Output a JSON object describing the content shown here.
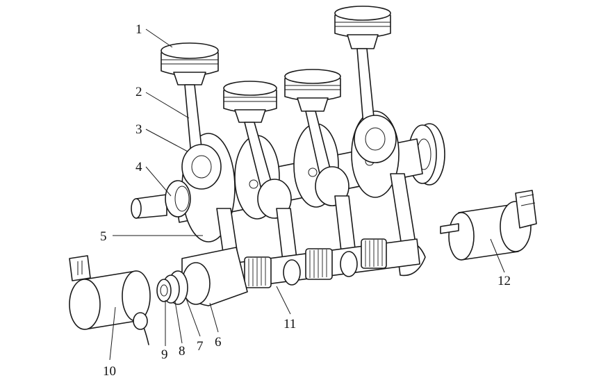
{
  "callouts": [
    {
      "id": "c1",
      "text": "1"
    },
    {
      "id": "c2",
      "text": "2"
    },
    {
      "id": "c3",
      "text": "3"
    },
    {
      "id": "c4",
      "text": "4"
    },
    {
      "id": "c5",
      "text": "5"
    },
    {
      "id": "c6",
      "text": "6"
    },
    {
      "id": "c7",
      "text": "7"
    },
    {
      "id": "c8",
      "text": "8"
    },
    {
      "id": "c9",
      "text": "9"
    },
    {
      "id": "c10",
      "text": "10"
    },
    {
      "id": "c11",
      "text": "11"
    },
    {
      "id": "c12",
      "text": "12"
    }
  ],
  "colors": {
    "ink": "#1a1a1a",
    "paper": "#ffffff"
  }
}
